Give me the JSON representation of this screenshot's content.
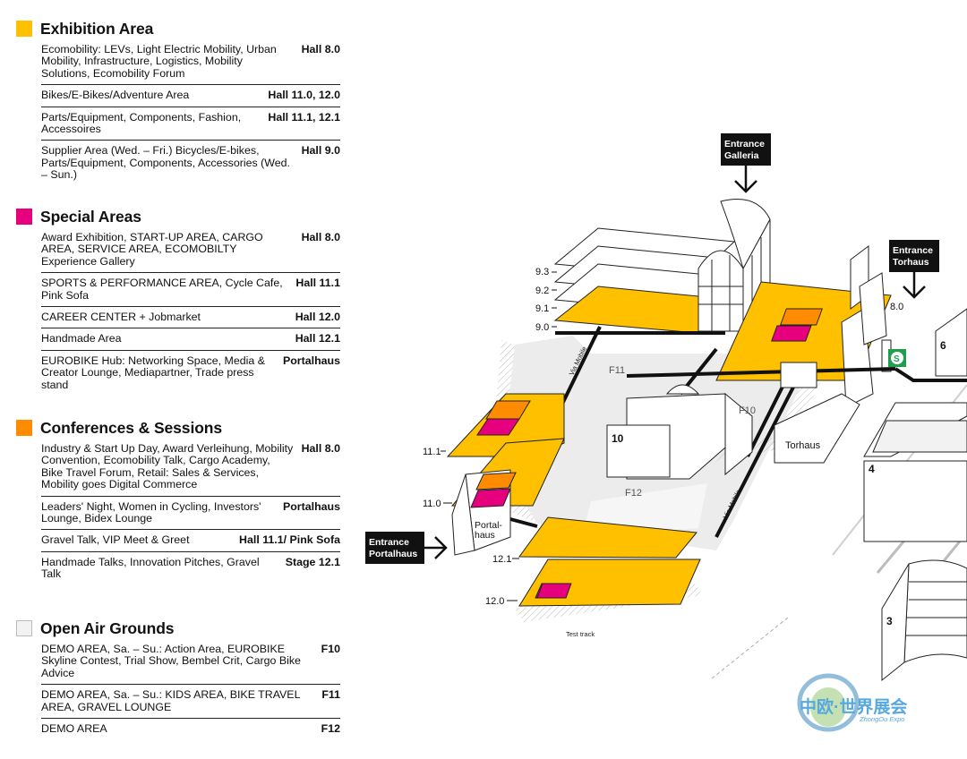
{
  "colors": {
    "exhibition": "#FFC000",
    "special": "#E6007E",
    "conference": "#FF8C00",
    "open_air": "#F2F2F2"
  },
  "sections": [
    {
      "key": "exhibition",
      "title": "Exhibition Area",
      "rows": [
        {
          "text": "Ecomobility: LEVs, Light Electric Mobility, Urban Mobility, Infrastructure, Logistics, Mobility Solutions, Ecomobility Forum",
          "hall": "Hall 8.0"
        },
        {
          "text": "Bikes/E-Bikes/Adventure Area",
          "hall": "Hall 11.0, 12.0"
        },
        {
          "text": "Parts/Equipment, Components, Fashion, Accessoires",
          "hall": "Hall 11.1, 12.1"
        },
        {
          "text": "Supplier Area (Wed. – Fri.) Bicycles/E-bikes, Parts/Equipment, Components, Accessories (Wed. – Sun.)",
          "hall": "Hall 9.0"
        }
      ]
    },
    {
      "key": "special",
      "title": "Special Areas",
      "rows": [
        {
          "text": "Award Exhibition, START-UP AREA, CARGO AREA, SERVICE AREA, ECOMOBILTY Experience Gallery",
          "hall": "Hall 8.0"
        },
        {
          "text": "SPORTS & PERFORMANCE AREA, Cycle Cafe, Pink Sofa",
          "hall": "Hall 11.1"
        },
        {
          "text": "CAREER CENTER + Jobmarket",
          "hall": "Hall 12.0"
        },
        {
          "text": "Handmade Area",
          "hall": "Hall 12.1"
        },
        {
          "text": "EUROBIKE Hub: Networking Space, Media & Creator Lounge, Mediapartner, Trade press stand",
          "hall": "Portalhaus"
        }
      ]
    },
    {
      "key": "conference",
      "title": "Conferences & Sessions",
      "rows": [
        {
          "text": "Industry & Start Up Day, Award Verleihung, Mobility Convention, Ecomobility Talk, Cargo Academy, Bike Travel Forum, Retail: Sales & Services, Mobility goes Digital Commerce",
          "hall": "Hall 8.0"
        },
        {
          "text": "Leaders' Night, Women in Cycling, Investors' Lounge, Bidex Lounge",
          "hall": "Portalhaus"
        },
        {
          "text": "Gravel Talk, VIP Meet & Greet",
          "hall": "Hall 11.1/ Pink Sofa"
        },
        {
          "text": "Handmade Talks, Innovation Pitches, Gravel Talk",
          "hall": "Stage 12.1"
        }
      ]
    },
    {
      "key": "open_air",
      "title": "Open Air Grounds",
      "rows": [
        {
          "text": "DEMO AREA, Sa. – Su.: Action Area, EUROBIKE Skyline Contest, Trial Show, Bembel Crit, Cargo Bike Advice",
          "hall": "F10"
        },
        {
          "text": "DEMO AREA, Sa. – Su.: KIDS AREA, BIKE TRAVEL AREA, GRAVEL LOUNGE",
          "hall": "F11"
        },
        {
          "text": "DEMO AREA",
          "hall": "F12"
        }
      ]
    }
  ],
  "map": {
    "entrances": {
      "galleria": [
        "Entrance",
        "Galleria"
      ],
      "torhaus": [
        "Entrance",
        "Torhaus"
      ],
      "portalhaus": [
        "Entrance",
        "Portalhaus"
      ]
    },
    "levels": {
      "l93": "9.3",
      "l92": "9.2",
      "l91": "9.1",
      "l90": "9.0",
      "l80": "8.0",
      "l111": "11.1",
      "l110": "11.0",
      "l121": "12.1",
      "l120": "12.0"
    },
    "fields": {
      "f10": "F10",
      "f11": "F11",
      "f12": "F12"
    },
    "halls": {
      "h10": "10",
      "h4": "4",
      "h6": "6",
      "h3": "3"
    },
    "names": {
      "torhaus": "Torhaus",
      "portal1": "Portal-",
      "portal2": "haus"
    },
    "roads": {
      "via1": "Via Mobile",
      "via2": "Via Mobile",
      "track": "Test track"
    },
    "sbahn": "S",
    "watermark": {
      "main": "中欧·世界展会",
      "sub": "ZhongOu Expo"
    }
  }
}
